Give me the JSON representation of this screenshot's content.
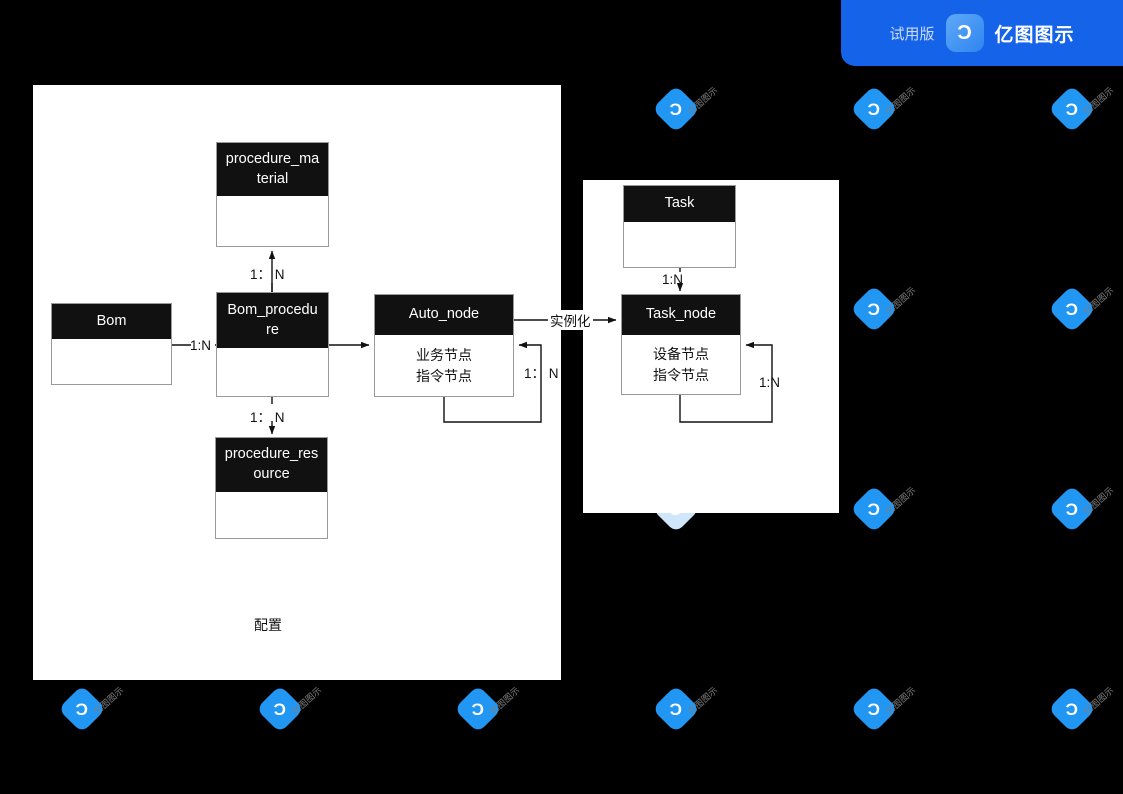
{
  "banner": {
    "trial_label": "试用版",
    "logo_glyph": "Ɔ",
    "logo_icon_name": "edraw-logo-icon",
    "brand_name": "亿图图示",
    "background_color": "#1463e8"
  },
  "watermark": {
    "text": "亿图图示",
    "glyph": "Ɔ",
    "color_on_dark": "#2196f3",
    "color_on_light": "#cfe6fb"
  },
  "canvas": {
    "background_color": "#000000",
    "page_color": "#ffffff"
  },
  "diagram": {
    "title": "",
    "entities": [
      {
        "id": "procedure_material",
        "name": "procedure_ma\nterial",
        "name_line1": "procedure_ma",
        "name_line2": "terial",
        "body_lines": []
      },
      {
        "id": "bom",
        "name": "Bom",
        "name_line1": "Bom",
        "name_line2": "",
        "body_lines": []
      },
      {
        "id": "bom_procedure",
        "name": "Bom_procedure",
        "name_line1": "Bom_procedu",
        "name_line2": "re",
        "body_lines": []
      },
      {
        "id": "auto_node",
        "name": "Auto_node",
        "name_line1": "Auto_node",
        "name_line2": "",
        "body_lines": [
          "业务节点",
          "指令节点"
        ]
      },
      {
        "id": "procedure_resource",
        "name": "procedure_resource",
        "name_line1": "procedure_res",
        "name_line2": "ource",
        "body_lines": []
      },
      {
        "id": "task",
        "name": "Task",
        "name_line1": "Task",
        "name_line2": "",
        "body_lines": []
      },
      {
        "id": "task_node",
        "name": "Task_node",
        "name_line1": "Task_node",
        "name_line2": "",
        "body_lines": [
          "设备节点",
          "指令节点"
        ]
      }
    ],
    "edges": [
      {
        "id": "e1",
        "from": "bom_procedure",
        "to": "procedure_material",
        "label": "1： N"
      },
      {
        "id": "e2",
        "from": "bom",
        "to": "bom_procedure",
        "label": "1:N"
      },
      {
        "id": "e3",
        "from": "bom_procedure",
        "to": "procedure_resource",
        "label": "1： N"
      },
      {
        "id": "e4",
        "from": "bom_procedure",
        "to": "auto_node",
        "label": ""
      },
      {
        "id": "e5",
        "from": "auto_node",
        "to": "auto_node",
        "label": "1： N"
      },
      {
        "id": "e6",
        "from": "auto_node",
        "to": "task_node",
        "label": "实例化"
      },
      {
        "id": "e7",
        "from": "task",
        "to": "task_node",
        "label": "1:N"
      },
      {
        "id": "e8",
        "from": "task_node",
        "to": "task_node",
        "label": "1:N"
      }
    ],
    "annotations": [
      {
        "id": "config_note",
        "text": "配置"
      }
    ]
  }
}
